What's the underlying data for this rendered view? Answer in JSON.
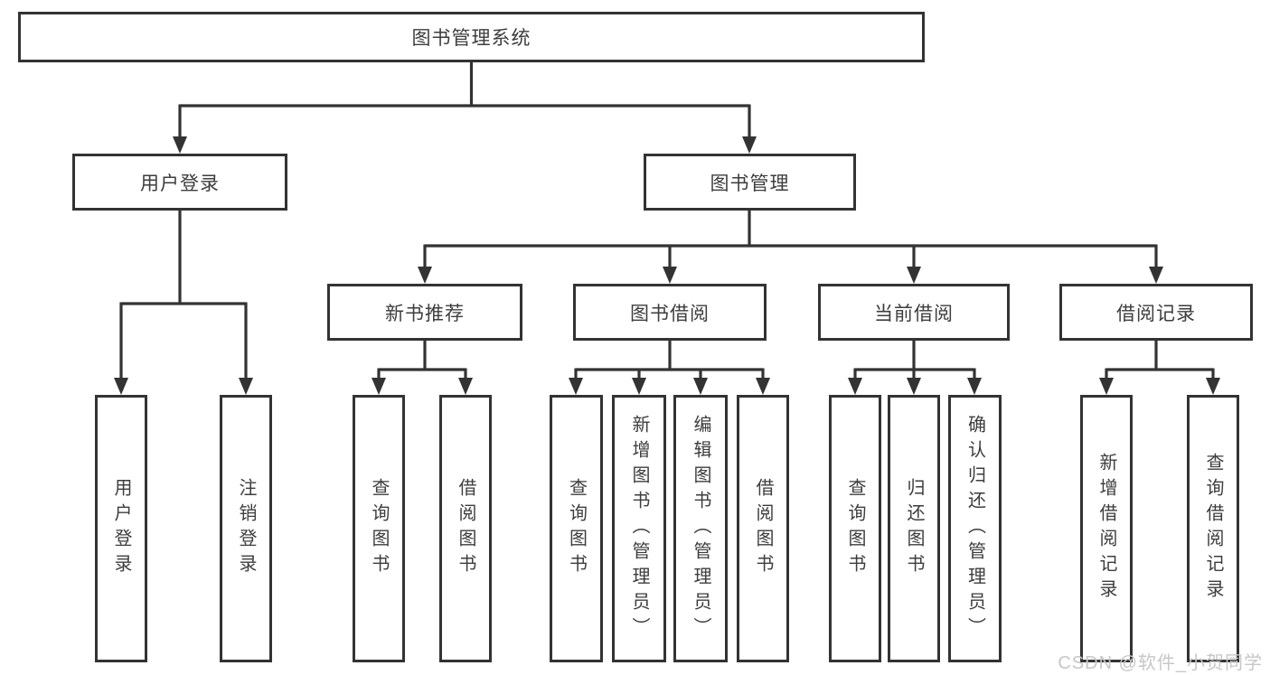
{
  "diagram": {
    "root": {
      "label": "图书管理系统"
    },
    "level1": [
      {
        "label": "用户登录"
      },
      {
        "label": "图书管理"
      }
    ],
    "level2": [
      {
        "label": "新书推荐"
      },
      {
        "label": "图书借阅"
      },
      {
        "label": "当前借阅"
      },
      {
        "label": "借阅记录"
      }
    ],
    "leaves": {
      "user_login": [
        "用户登录",
        "注销登录"
      ],
      "new_book": [
        "查询图书",
        "借阅图书"
      ],
      "book_borrow": [
        "查询图书",
        "新增图书（管理员）",
        "编辑图书（管理员）",
        "借阅图书"
      ],
      "current_borrow": [
        "查询图书",
        "归还图书",
        "确认归还（管理员）"
      ],
      "borrow_records": [
        "新增借阅记录",
        "查询借阅记录"
      ]
    }
  },
  "watermark": {
    "text": "CSDN @软件_小贺同学"
  },
  "colors": {
    "line": "#333333",
    "text": "#3d3d3d",
    "watermark": "#c7c7c7",
    "background": "#ffffff"
  }
}
